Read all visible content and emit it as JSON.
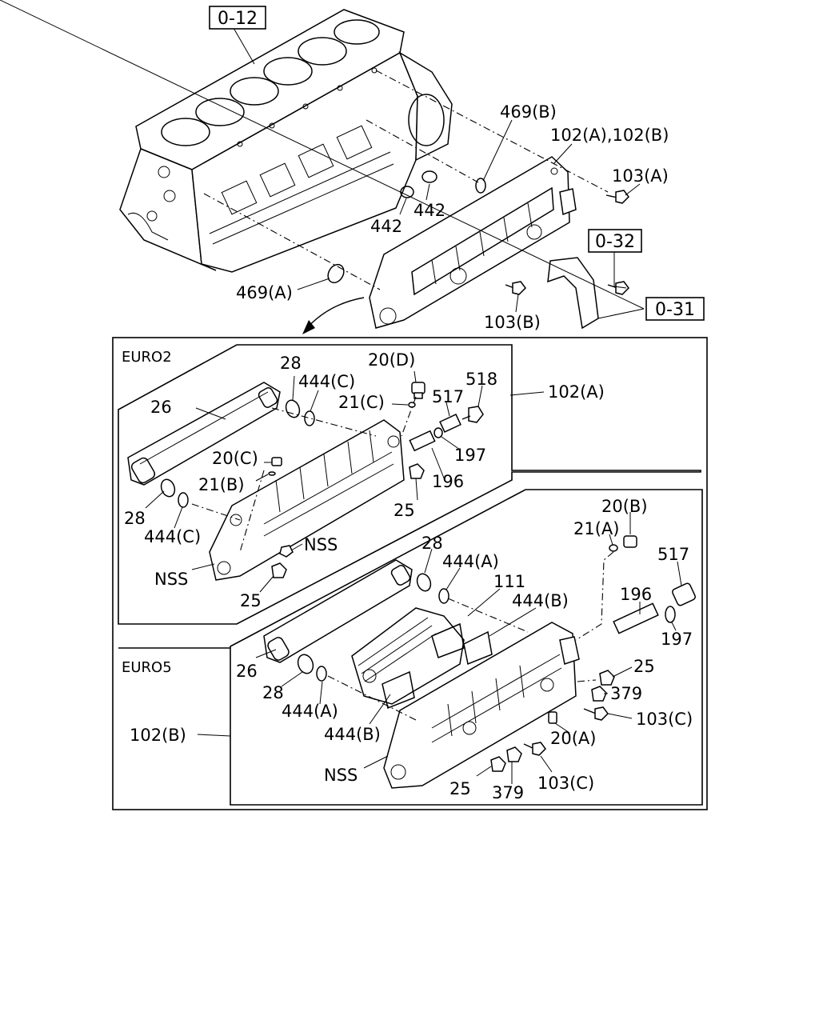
{
  "sections": {
    "euro2": "EURO2",
    "euro5": "EURO5"
  },
  "references": {
    "block": "0-12",
    "pipe_upper": "0-32",
    "pipe_lower": "0-31"
  },
  "labels": {
    "c469b": "469(B)",
    "c102ab": "102(A),102(B)",
    "c103a": "103(A)",
    "c442a": "442",
    "c442b": "442",
    "c469a": "469(A)",
    "c103b": "103(B)",
    "e2_102a": "102(A)",
    "e2_26": "26",
    "e2_28a": "28",
    "e2_444c_a": "444(C)",
    "e2_20d": "20(D)",
    "e2_21c": "21(C)",
    "e2_517": "517",
    "e2_518": "518",
    "e2_197": "197",
    "e2_196": "196",
    "e2_20c": "20(C)",
    "e2_21b": "21(B)",
    "e2_25a": "25",
    "e2_28b": "28",
    "e2_444c_b": "444(C)",
    "e2_nss_a": "NSS",
    "e2_nss_b": "NSS",
    "e2_25b": "25",
    "e5_20b": "20(B)",
    "e5_21a": "21(A)",
    "e5_517": "517",
    "e5_28a": "28",
    "e5_444a_a": "444(A)",
    "e5_111": "111",
    "e5_444b_a": "444(B)",
    "e5_196": "196",
    "e5_197": "197",
    "e5_25a": "25",
    "e5_379a": "379",
    "e5_103c_a": "103(C)",
    "e5_20a": "20(A)",
    "e5_26": "26",
    "e5_28b": "28",
    "e5_444a_b": "444(A)",
    "e5_444b_b": "444(B)",
    "e5_102b": "102(B)",
    "e5_nss": "NSS",
    "e5_25b": "25",
    "e5_379b": "379",
    "e5_103c_b": "103(C)"
  }
}
